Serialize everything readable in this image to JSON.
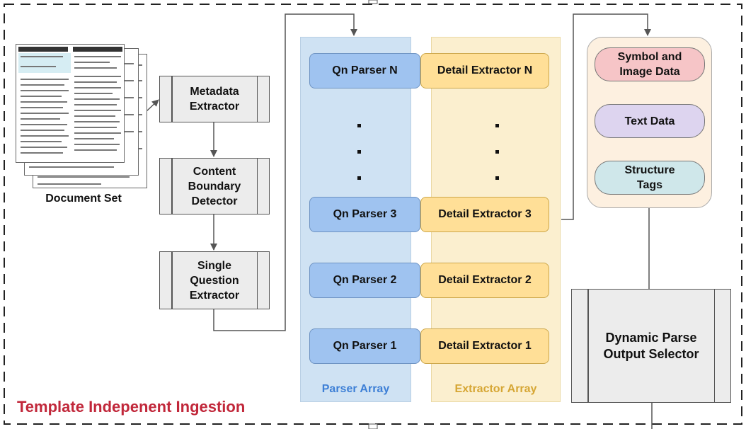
{
  "title": "Template Indepenent Ingestion",
  "document_set": {
    "label": "Document Set"
  },
  "pipeline": {
    "metadata_extractor": "Metadata\nExtractor",
    "content_boundary_detector": "Content\nBoundary\nDetector",
    "single_question_extractor": "Single\nQuestion\nExtractor"
  },
  "parser_array": {
    "label": "Parser Array",
    "items": [
      "Qn Parser N",
      "Qn Parser 3",
      "Qn Parser 2",
      "Qn Parser 1"
    ]
  },
  "extractor_array": {
    "label": "Extractor Array",
    "items": [
      "Detail Extractor N",
      "Detail Extractor 3",
      "Detail Extractor 2",
      "Detail Extractor 1"
    ]
  },
  "data_store": {
    "items": [
      "Symbol and\nImage Data",
      "Text Data",
      "Structure\nTags"
    ]
  },
  "output_selector": "Dynamic Parse\nOutput Selector",
  "colors": {
    "title": "#c1273a",
    "parser_label": "#3d7fd6",
    "extractor_label": "#d6a634",
    "symbol_pill": "#f6c5c7",
    "text_pill": "#ddd4ef",
    "tags_pill": "#cfe7ea"
  }
}
